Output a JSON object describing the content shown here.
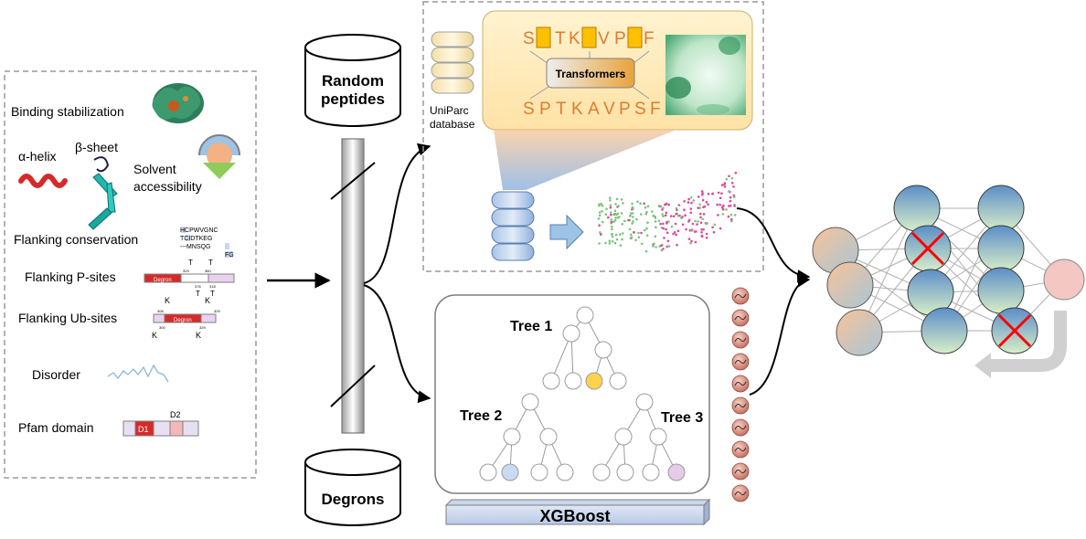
{
  "features": {
    "binding": "Binding stabilization",
    "alpha_helix": "α-helix",
    "beta_sheet": "β-sheet",
    "solvent": [
      "Solvent",
      "accessibility"
    ],
    "flank_cons": "Flanking conservation",
    "flank_p": "Flanking P-sites",
    "flank_ub": "Flanking Ub-sites",
    "disorder": "Disorder",
    "pfam": "Pfam domain",
    "degron_tag": "Degron",
    "ub_letters": {
      "k1": "K",
      "k2": "K",
      "k3": "K",
      "k4": "K"
    },
    "p_letters": {
      "t1": "T",
      "t2": "T",
      "t3": "T",
      "t4": "T"
    },
    "pos": {
      "a": "329",
      "b": "360",
      "c": "376",
      "d": "318",
      "e": "308",
      "f": "329",
      "g": "300",
      "h": "329"
    },
    "pfam_d1": "D1",
    "pfam_d2": "D2",
    "alignment": [
      "HCPWVGNC",
      "TCIDTKEG",
      "---MNSQG",
      "FG"
    ]
  },
  "inputs": {
    "random": [
      "Random",
      "peptides"
    ],
    "degrons": "Degrons"
  },
  "transformer": {
    "db_label": [
      "UniParc",
      "database"
    ],
    "masked_tokens": [
      "S",
      "T",
      "K",
      "V",
      "P",
      "F"
    ],
    "full_seq": [
      "S",
      "P",
      "T",
      "K",
      "A",
      "V",
      "P",
      "S",
      "F"
    ],
    "model": "Transformers"
  },
  "xgb": {
    "tree1": "Tree 1",
    "tree2": "Tree 2",
    "tree3": "Tree 3",
    "label": "XGBoost"
  },
  "colors": {
    "dashed": "#9a9a9a",
    "seq_orange": "#e07b2a",
    "token_fill": "#ffc000",
    "nn_green": "#8dc9a0",
    "nn_blue": "#2e75b6",
    "nn_orange": "#f4b183",
    "red_cross": "#ff0000"
  }
}
